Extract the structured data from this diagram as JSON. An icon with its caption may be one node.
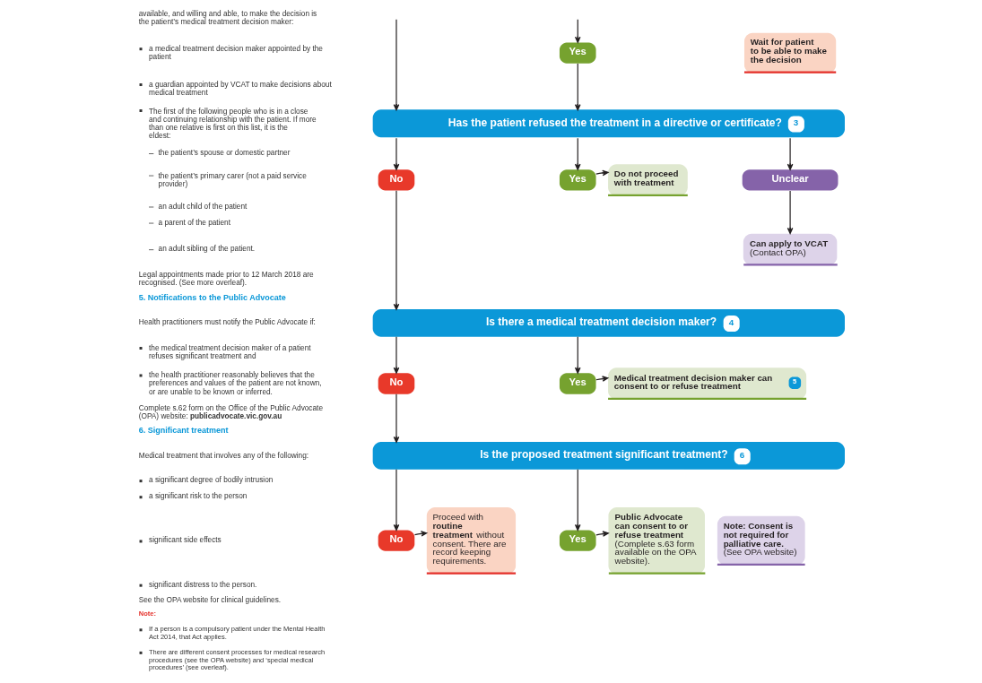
{
  "diagram": {
    "nodes": [
      {
        "text": [
          "Yes"
        ]
      },
      {
        "text": [
          "Wait for patient to be able to make the decision"
        ]
      },
      {
        "text": [
          "Has the patient refused the treatment in a directive or certificate?",
          "3"
        ]
      },
      {
        "text": [
          "No"
        ]
      },
      {
        "text": [
          "Yes"
        ]
      },
      {
        "text": [
          "Do not proceed with treatment"
        ]
      },
      {
        "text": [
          "Unclear"
        ]
      },
      {
        "text": [
          "Can apply to VCAT",
          "(Contact OPA)"
        ]
      },
      {
        "text": [
          "Is there a medical treatment decision maker?",
          "4"
        ]
      },
      {
        "text": [
          "No"
        ]
      },
      {
        "text": [
          "Yes"
        ]
      },
      {
        "text": [
          "Medical treatment decision maker can consent to or refuse treatment",
          "5"
        ]
      },
      {
        "text": [
          "Is the proposed treatment significant treatment?",
          "6"
        ]
      },
      {
        "text": [
          "No"
        ]
      },
      {
        "text": [
          "Proceed with **routine treatment** without consent. There are record keeping requirements."
        ]
      },
      {
        "text": [
          "Yes"
        ]
      },
      {
        "text": [
          "Public Advocate can consent to or refuse treatment",
          "(Complete s.63 form available on the OPA website)."
        ]
      },
      {
        "text": [
          "Note: Consent is not required for palliative care.",
          "(See OPA website)"
        ]
      }
    ],
    "edges": [
      {
        "from": null,
        "to": 0,
        "arrow": "to"
      },
      {
        "from": 0,
        "to": 2,
        "arrow": "to"
      },
      {
        "from": null,
        "to": 2,
        "arrow": "to"
      },
      {
        "from": 2,
        "to": 3,
        "arrow": "to"
      },
      {
        "from": 2,
        "to": 4,
        "arrow": "to"
      },
      {
        "from": 2,
        "to": 6,
        "arrow": "to"
      },
      {
        "from": 4,
        "to": 5,
        "arrow": "to"
      },
      {
        "from": 6,
        "to": 7,
        "arrow": "to"
      },
      {
        "from": 3,
        "to": 8,
        "arrow": "to"
      },
      {
        "from": 8,
        "to": 9,
        "arrow": "to"
      },
      {
        "from": 8,
        "to": 10,
        "arrow": "to"
      },
      {
        "from": 10,
        "to": 11,
        "arrow": "to"
      },
      {
        "from": 9,
        "to": 12,
        "arrow": "to"
      },
      {
        "from": 12,
        "to": 13,
        "arrow": "to"
      },
      {
        "from": 12,
        "to": 15,
        "arrow": "to"
      },
      {
        "from": 13,
        "to": 14,
        "arrow": "to"
      },
      {
        "from": 15,
        "to": 16,
        "arrow": "to"
      }
    ],
    "labels": [
      "available, and willing and able, to make the decision is the patient’s medical treatment decision maker:",
      "a medical treatment decision maker appointed by the patient",
      "a guardian appointed by VCAT to make decisions about medical treatment",
      "The first of the following people who is in a close and continuing relationship with the patient. If more than one relative is first on this list, it is the eldest:",
      "the patient’s spouse or domestic partner",
      "the patient’s primary carer (not a paid service provider)",
      "an adult child of the patient",
      "a parent of the patient",
      "an adult sibling of the patient.",
      "Legal appointments made prior to 12 March 2018 are recognised. (See more overleaf).",
      "5. Notifications to the Public Advocate",
      "Health practitioners must notify the Public Advocate if:",
      "the medical treatment decision maker of a patient refuses significant treatment and",
      "the health practitioner reasonably believes that the preferences and values of the patient are not known, or are unable to be known or inferred.",
      "Complete s.62 form on the Office of the Public Advocate (OPA) website: **publicadvocate.vic.gov.au**",
      "6. Significant treatment",
      "Medical treatment that involves any of the following:",
      "a significant degree of bodily intrusion",
      "a significant risk to the person",
      "significant side effects",
      "significant distress to the person.",
      "See the OPA website for clinical guidelines.",
      "Note:",
      "If a person is a compulsory patient under the Mental Health Act 2014, that Act applies.",
      "There are different consent processes for medical research procedures (see the OPA website) and ‘special medical procedures’ (see overleaf)."
    ]
  }
}
